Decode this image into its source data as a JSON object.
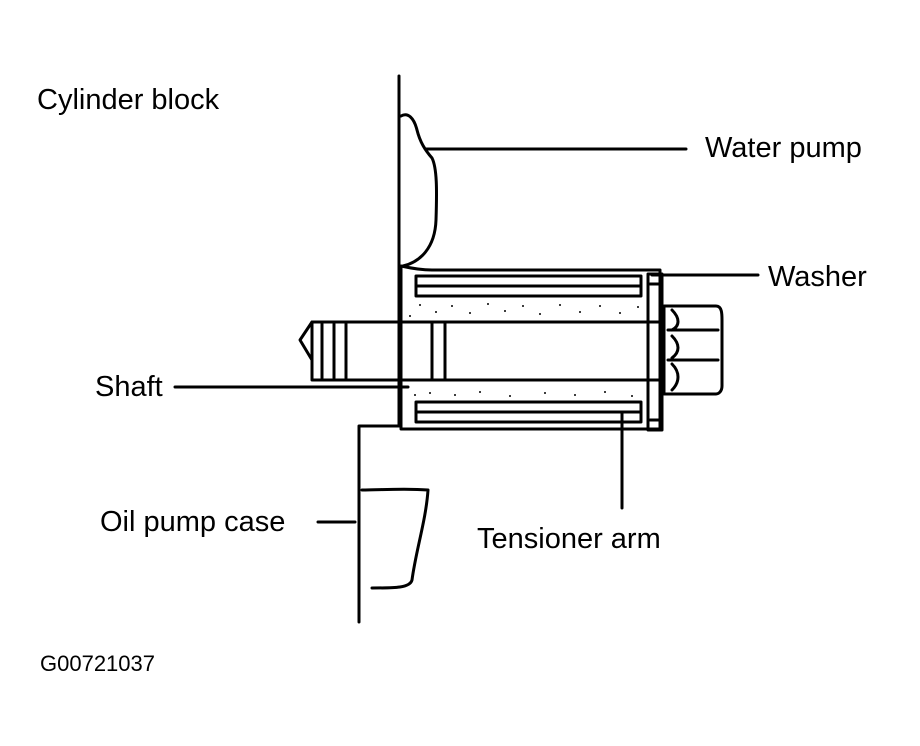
{
  "labels": {
    "cylinder_block": "Cylinder block",
    "water_pump": "Water pump",
    "washer": "Washer",
    "shaft": "Shaft",
    "oil_pump_case": "Oil pump case",
    "tensioner_arm": "Tensioner arm"
  },
  "figure_code": "G00721037",
  "colors": {
    "line": "#000000",
    "background": "#ffffff"
  }
}
